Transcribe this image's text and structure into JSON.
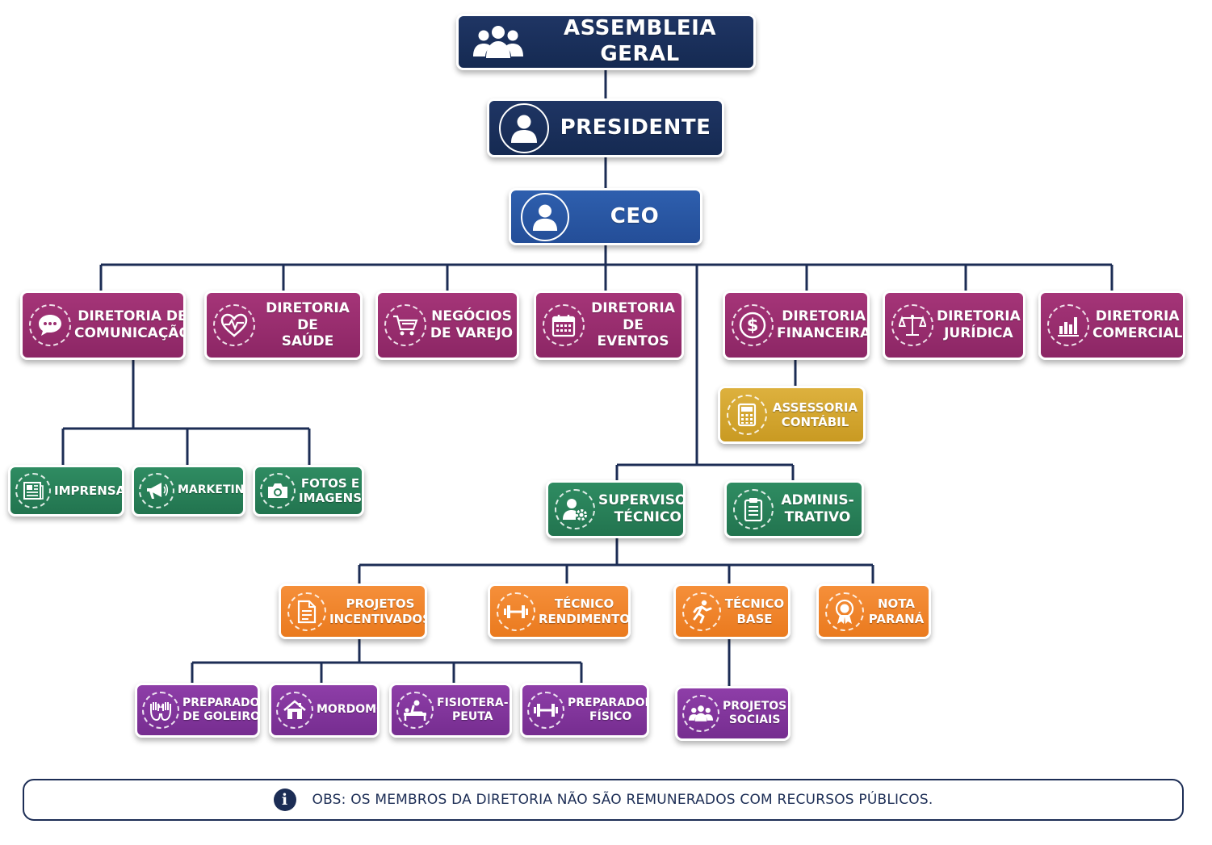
{
  "colors": {
    "navy": "#1c2d55",
    "blue": "#2a57a4",
    "magenta": "#9b2f70",
    "yellow": "#d4a62e",
    "green": "#2a8058",
    "orange": "#f08329",
    "purple": "#833597",
    "connector": "#1c2d55"
  },
  "nodes": {
    "assembleia": {
      "lines": [
        "ASSEMBLEIA GERAL"
      ],
      "icon": "group-icon"
    },
    "presidente": {
      "lines": [
        "PRESIDENTE"
      ],
      "icon": "user-icon"
    },
    "ceo": {
      "lines": [
        "CEO"
      ],
      "icon": "user-icon"
    },
    "comunicacao": {
      "lines": [
        "DIRETORIA DE",
        "COMUNICAÇÃO"
      ],
      "icon": "chat-bubble-icon"
    },
    "saude": {
      "lines": [
        "DIRETORIA DE",
        "SAÚDE"
      ],
      "icon": "heart-pulse-icon"
    },
    "varejo": {
      "lines": [
        "NEGÓCIOS",
        "DE VAREJO"
      ],
      "icon": "shopping-cart-icon"
    },
    "eventos": {
      "lines": [
        "DIRETORIA DE",
        "EVENTOS"
      ],
      "icon": "calendar-icon"
    },
    "financeira": {
      "lines": [
        "DIRETORIA",
        "FINANCEIRA"
      ],
      "icon": "dollar-icon"
    },
    "juridica": {
      "lines": [
        "DIRETORIA",
        "JURÍDICA"
      ],
      "icon": "scales-icon"
    },
    "comercial": {
      "lines": [
        "DIRETORIA",
        "COMERCIAL"
      ],
      "icon": "bar-chart-icon"
    },
    "assessoria": {
      "lines": [
        "ASSESSORIA",
        "CONTÁBIL"
      ],
      "icon": "calculator-icon"
    },
    "imprensa": {
      "lines": [
        "IMPRENSA"
      ],
      "icon": "newspaper-icon"
    },
    "marketing": {
      "lines": [
        "MARKETING"
      ],
      "icon": "megaphone-icon"
    },
    "fotos": {
      "lines": [
        "FOTOS E",
        "IMAGENS"
      ],
      "icon": "camera-icon"
    },
    "supervisor": {
      "lines": [
        "SUPERVISOR",
        "TÉCNICO"
      ],
      "icon": "user-gear-icon"
    },
    "administrativo": {
      "lines": [
        "ADMINIS-",
        "TRATIVO"
      ],
      "icon": "clipboard-icon"
    },
    "projetos_incentivados": {
      "lines": [
        "PROJETOS",
        "INCENTIVADOS"
      ],
      "icon": "document-icon"
    },
    "tecnico_rendimento": {
      "lines": [
        "TÉCNICO",
        "RENDIMENTO"
      ],
      "icon": "dumbbell-icon"
    },
    "tecnico_base": {
      "lines": [
        "TÉCNICO",
        "BASE"
      ],
      "icon": "runner-icon"
    },
    "nota_parana": {
      "lines": [
        "NOTA",
        "PARANÁ"
      ],
      "icon": "award-icon"
    },
    "goleiros": {
      "lines": [
        "PREPARADOR",
        "DE GOLEIROS"
      ],
      "icon": "gloves-icon"
    },
    "mordomo": {
      "lines": [
        "MORDOMO"
      ],
      "icon": "house-icon"
    },
    "fisioterapeuta": {
      "lines": [
        "FISIOTERA-",
        "PEUTA"
      ],
      "icon": "massage-icon"
    },
    "preparador_fisico": {
      "lines": [
        "PREPARADOR",
        "FÍSICO"
      ],
      "icon": "dumbbell-icon"
    },
    "projetos_sociais": {
      "lines": [
        "PROJETOS",
        "SOCIAIS"
      ],
      "icon": "group-icon"
    }
  },
  "note": {
    "icon": "info-icon",
    "text": "OBS: OS MEMBROS DA DIRETORIA NÃO SÃO REMUNERADOS COM RECURSOS PÚBLICOS."
  }
}
